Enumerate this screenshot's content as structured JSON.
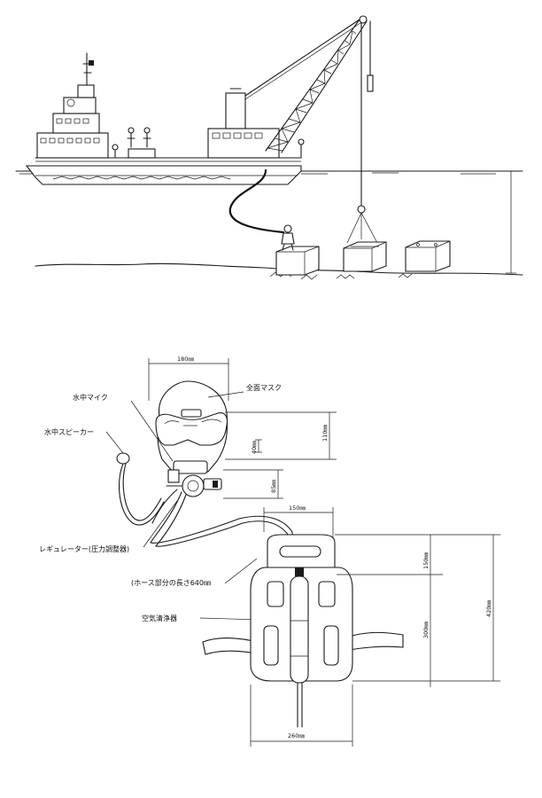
{
  "labels": {
    "full_mask": "全面マスク",
    "underwater_mic": "水中マイク",
    "underwater_speaker": "水中スピーカー",
    "regulator": "レギュレーター(圧力調整器)",
    "hose_length": "(ホース部分の長さ640㎜",
    "air_purifier": "空気清浄器"
  },
  "dimensions": {
    "mask_width": "180㎜",
    "mask_height": "110㎜",
    "window_gap": "40㎜",
    "regulator_height": "85㎜",
    "pack_top_width": "150㎜",
    "pack_top_height": "150㎜",
    "pack_body_height": "300㎜",
    "pack_total_height": "420㎜",
    "pack_bottom_width": "260㎜"
  }
}
